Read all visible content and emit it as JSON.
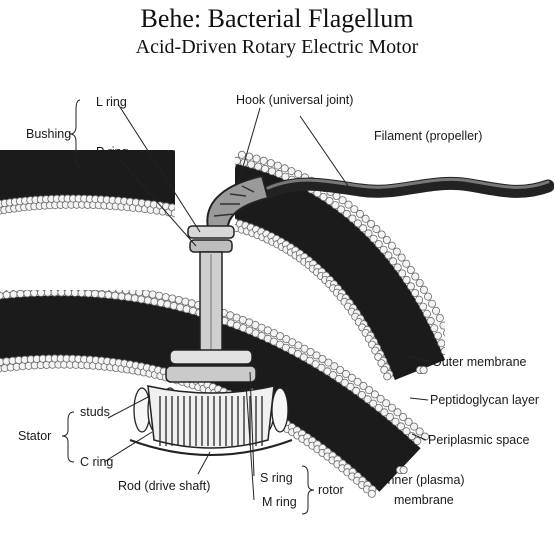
{
  "title": "Behe: Bacterial Flagellum",
  "subtitle": "Acid-Driven Rotary Electric Motor",
  "labels": {
    "bushing": "Bushing",
    "l_ring": "L ring",
    "p_ring": "P ring",
    "hook": "Hook (universal joint)",
    "filament": "Filament (propeller)",
    "outer_membrane": "Outer membrane",
    "peptidoglycan": "Peptidoglycan layer",
    "periplasmic": "Periplasmic space",
    "inner_membrane_1": "Inner (plasma)",
    "inner_membrane_2": "membrane",
    "stator": "Stator",
    "studs": "studs",
    "c_ring": "C ring",
    "rod": "Rod (drive shaft)",
    "s_ring": "S ring",
    "m_ring": "M ring",
    "rotor": "rotor"
  },
  "colors": {
    "membrane_dark": "#1b1b1b",
    "bead_fill": "#f4f4f4",
    "bead_stroke": "#6a6a6a",
    "line": "#222222"
  }
}
